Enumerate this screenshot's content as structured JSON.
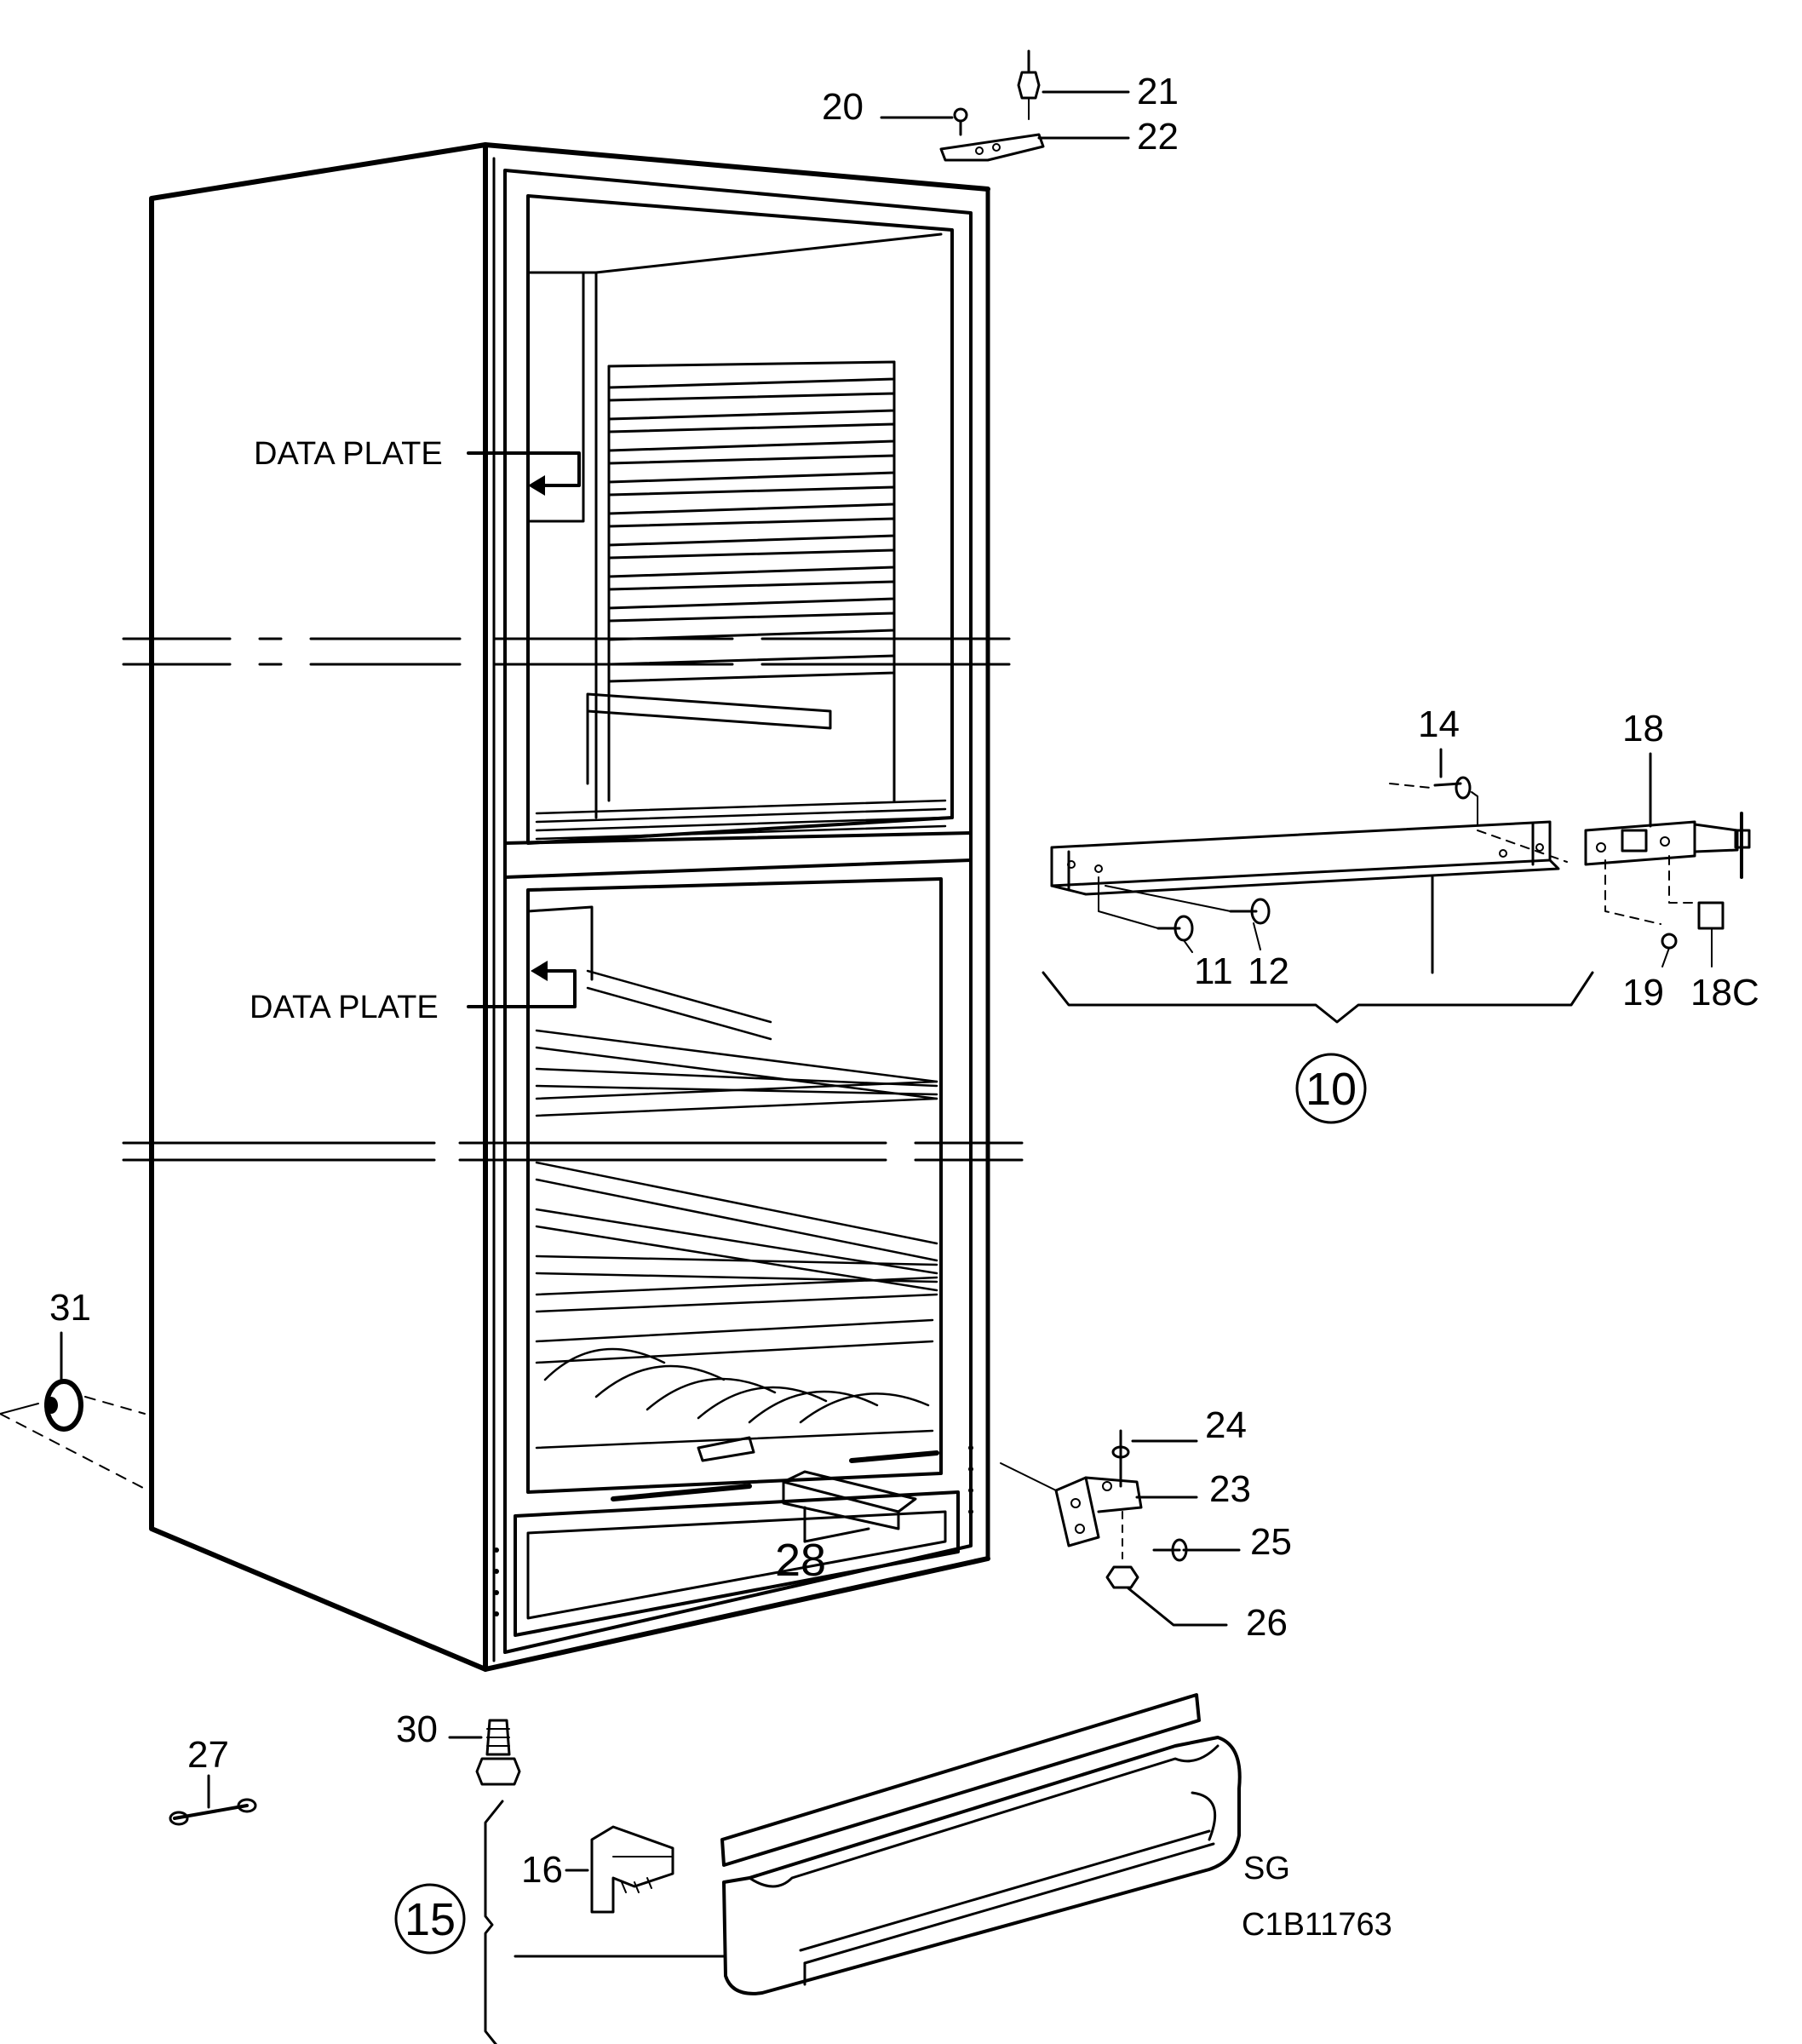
{
  "labels": {
    "data_plate_upper": "DATA PLATE",
    "data_plate_lower": "DATA PLATE",
    "p10": "10",
    "p11": "11",
    "p12": "12",
    "p14": "14",
    "p15": "15",
    "p16": "16",
    "p18": "18",
    "p18c": "18C",
    "p19": "19",
    "p20": "20",
    "p21": "21",
    "p22": "22",
    "p23": "23",
    "p24": "24",
    "p25": "25",
    "p26": "26",
    "p27": "27",
    "p28": "28",
    "p30": "30",
    "p31": "31"
  },
  "footer": {
    "sg": "SG",
    "drawing_code": "C1B11763"
  },
  "icons": {
    "part_10": "door-rail-assembly-icon",
    "part_15": "kick-plate-assembly-icon",
    "part_18": "hinge-bracket-icon",
    "part_31": "caster-wheel-icon"
  }
}
